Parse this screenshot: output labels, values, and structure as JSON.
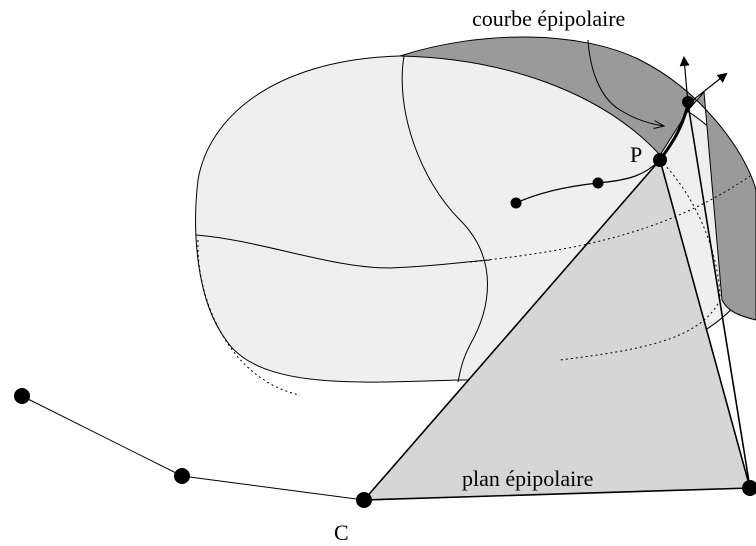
{
  "labels": {
    "epipolar_curve": "courbe épipolaire",
    "point_p": "P",
    "point_c": "C",
    "epipolar_plane": "plan épipolaire"
  },
  "colors": {
    "surface_light": "#efefef",
    "surface_dark": "#9a9a9a",
    "plane_fill": "#d6d6d6",
    "stroke": "#000000",
    "background": "#ffffff"
  }
}
